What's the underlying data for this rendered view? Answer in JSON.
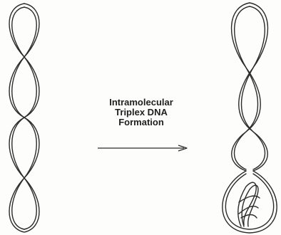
{
  "diagram": {
    "caption_lines": [
      "Intramolecular",
      "Triplex DNA",
      "Formation"
    ],
    "colors": {
      "stroke": "#2b2b2b",
      "background": "#fdfdfb"
    },
    "left_structure": "duplex-helix",
    "right_structure": "intramolecular-triplex-helix",
    "arrow_direction": "right"
  }
}
